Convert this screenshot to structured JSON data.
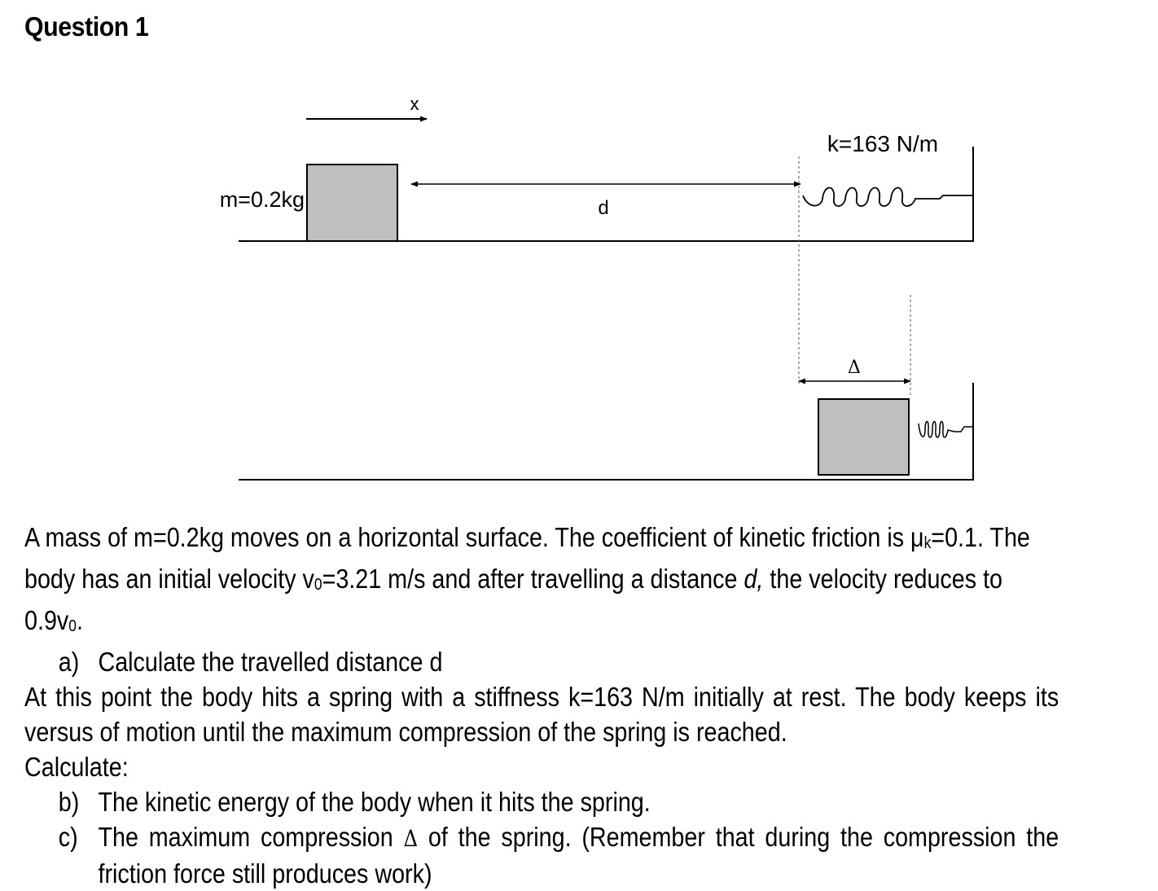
{
  "title": "Question 1",
  "diagram": {
    "x_label": "x",
    "mass_label": "m=0.2kg",
    "d_label": "d",
    "spring_label": "k=163 N/m",
    "delta_label": "Δ"
  },
  "text": {
    "intro_line1_a": "A mass of m=0.2kg moves on a horizontal surface. The coefficient of kinetic friction is μ",
    "intro_line1_sub": "k",
    "intro_line1_b": "=0.1. The",
    "intro_line2_a": "body has an initial velocity v",
    "intro_line2_sub1": "0",
    "intro_line2_b": "=3.21 m/s and after travelling a distance ",
    "intro_line2_d": "d,",
    "intro_line2_c": " the velocity reduces to 0.9v",
    "intro_line2_sub2": "0",
    "intro_line2_end": ".",
    "item_a_label": "a)",
    "item_a_text": "Calculate the travelled distance d",
    "para2": "At this point the body hits a spring with a stiffness k=163 N/m initially at rest. The body keeps its versus of motion until the maximum compression of the spring is reached.",
    "calculate": "Calculate:",
    "item_b_label": "b)",
    "item_b_text": "The kinetic energy of the body when it hits the spring.",
    "item_c_label": "c)",
    "item_c_text_a": "The maximum compression ",
    "item_c_delta": "Δ",
    "item_c_text_b": " of the spring. (Remember that during the compression the friction force still produces work)"
  }
}
